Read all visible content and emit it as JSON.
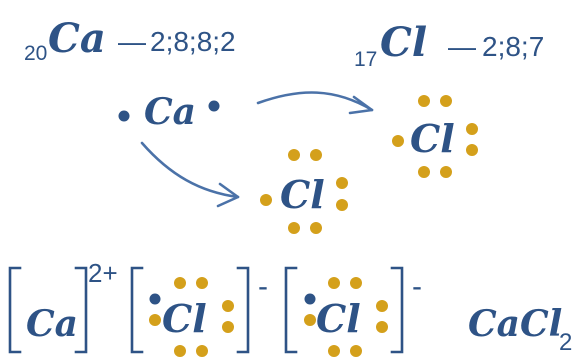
{
  "calcium_config": {
    "mass_sub": "20",
    "symbol": "Ca",
    "separator": "—",
    "shells": "2;8;8;2"
  },
  "chlorine_config": {
    "mass_sub": "17",
    "symbol": "Cl",
    "separator": "—",
    "shells": "2;8;7"
  },
  "atoms": {
    "calcium": "Ca",
    "chlorine": "Cl"
  },
  "ions": {
    "calcium_charge": "2+",
    "chloride_charge": "-"
  },
  "formula": {
    "main": "CaCl",
    "subscript": "2"
  },
  "colors": {
    "symbol": "#2e5386",
    "calcium_electron": "#2e5386",
    "chlorine_electron": "#d4a01b",
    "arrow": "#4b72a8"
  }
}
